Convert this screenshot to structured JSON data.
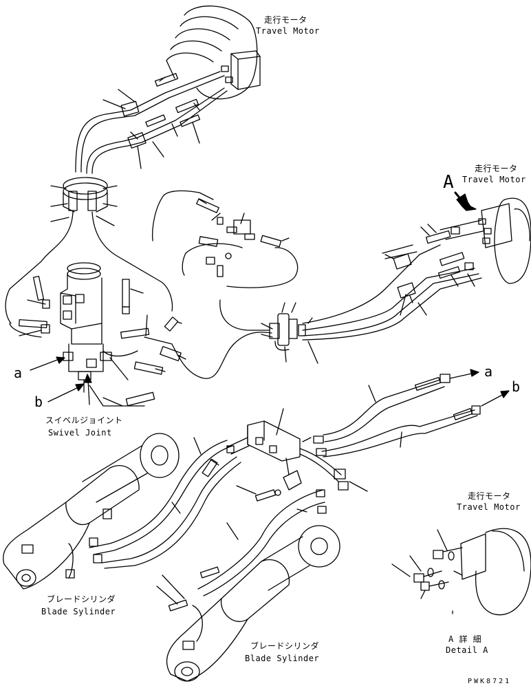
{
  "labels": {
    "travel_motor_top_jp": "走行モータ",
    "travel_motor_top_en": "Travel Motor",
    "travel_motor_right_jp": "走行モータ",
    "travel_motor_right_en": "Travel Motor",
    "detail_marker": "A",
    "marker_a_left": "a",
    "marker_b_left": "b",
    "marker_a_right": "a",
    "marker_b_right": "b",
    "swivel_joint_jp": "スイベルジョイント",
    "swivel_joint_en": "Swivel Joint",
    "blade_cyl_left_jp": "ブレードシリンダ",
    "blade_cyl_left_en": "Blade Sylinder",
    "blade_cyl_right_jp": "ブレードシリンダ",
    "blade_cyl_right_en": "Blade Sylinder",
    "travel_motor_detail_jp": "走行モータ",
    "travel_motor_detail_en": "Travel Motor",
    "detail_jp": "A 詳 細",
    "detail_en": "Detail A",
    "drawing_code": "PWK8721"
  }
}
